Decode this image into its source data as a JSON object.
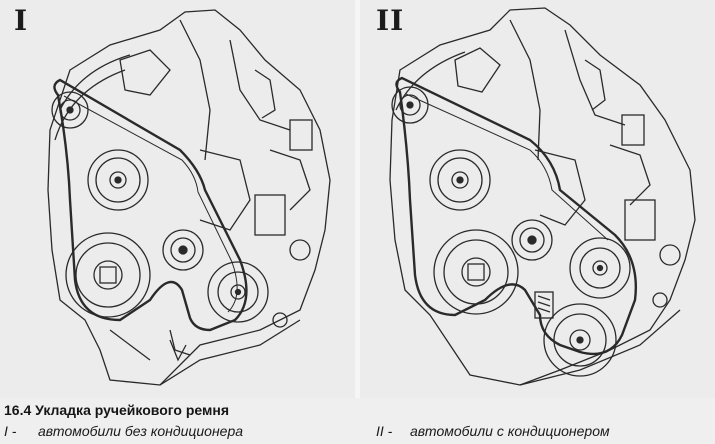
{
  "panels": [
    {
      "numeral": "I"
    },
    {
      "numeral": "II"
    }
  ],
  "caption": {
    "title": "16.4 Укладка ручейкового ремня",
    "items": [
      {
        "mark": "I -",
        "text": "автомобили без кондиционера"
      },
      {
        "mark": "II -",
        "text": "автомобили с кондиционером"
      }
    ]
  }
}
